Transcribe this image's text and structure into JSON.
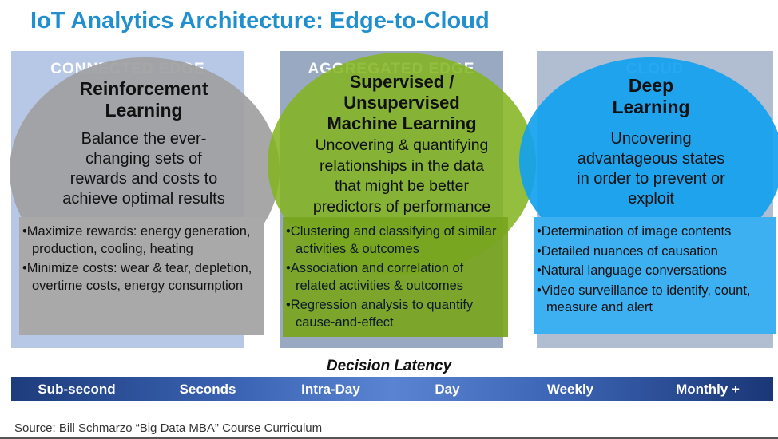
{
  "title": "IoT Analytics Architecture: Edge-to-Cloud",
  "panels": [
    {
      "heading": "CONNECTED EDGE"
    },
    {
      "heading": "AGGREGATED EDGE"
    },
    {
      "heading": "CLOUD"
    }
  ],
  "bubbles": [
    {
      "title_lines": [
        "Reinforcement",
        "Learning"
      ],
      "description_lines": [
        "Balance the ever-",
        "changing sets of",
        "rewards and costs to",
        "achieve optimal results"
      ],
      "bullets": [
        "•Maximize rewards: energy generation, production, cooling, heating",
        "•Minimize costs: wear & tear, depletion, overtime costs, energy consumption"
      ]
    },
    {
      "title_lines": [
        "Supervised /",
        "Unsupervised",
        "Machine Learning"
      ],
      "description_lines": [
        "Uncovering & quantifying",
        "relationships in the data",
        "that might be better",
        "predictors of performance"
      ],
      "bullets": [
        "•Clustering and classifying of similar activities & outcomes",
        "•Association and correlation of related activities & outcomes",
        "•Regression analysis to quantify cause-and-effect"
      ]
    },
    {
      "title_lines": [
        "Deep",
        "Learning"
      ],
      "description_lines": [
        "Uncovering",
        "advantageous states",
        "in order to prevent or",
        "exploit"
      ],
      "bullets": [
        "•Determination of image contents",
        "•Detailed nuances of causation",
        "•Natural language conversations",
        "•Video surveillance to identify, count, measure and alert"
      ]
    }
  ],
  "latency": {
    "label": "Decision Latency",
    "ticks": [
      "Sub-second",
      "Seconds",
      "Intra-Day",
      "Day",
      "Weekly",
      "Monthly +"
    ]
  },
  "source": "Source: Bill Schmarzo “Big Data MBA” Course Curriculum",
  "colors": {
    "title": "#1f8fd0",
    "reinforcement_bubble": "#a0a0a0",
    "ml_bubble": "#82b41e",
    "deep_learning_bubble": "#10a0f0",
    "scale_bar": "#2b4f9c"
  }
}
